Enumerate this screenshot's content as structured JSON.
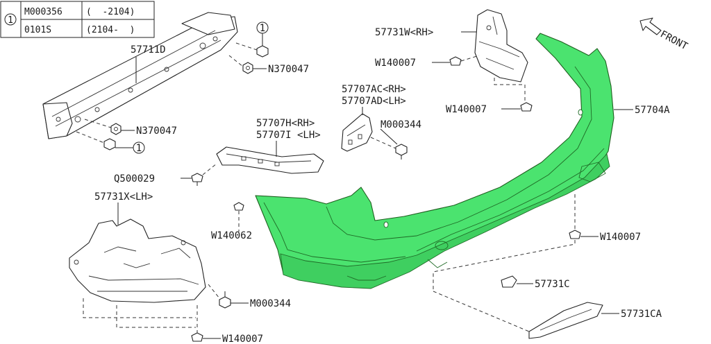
{
  "revision_table": {
    "ref_marker": "1",
    "rows": [
      {
        "part": "M000356",
        "range": "(  -2104)"
      },
      {
        "part": "0101S",
        "range": "(2104-  )"
      }
    ]
  },
  "callout_marker": "1",
  "direction_label": "FRONT",
  "labels": {
    "reinforcement": "57711D",
    "nut_upper": "N370047",
    "nut_lower": "N370047",
    "bracket_side_rh": "57707H<RH>",
    "bracket_side_lh": "57707I <LH>",
    "bracket_center_rh": "57707AC<RH>",
    "bracket_center_lh": "57707AD<LH>",
    "bolt_center": "M000344",
    "clip_q": "Q500029",
    "cover_lh": "57731X<LH>",
    "clip_w_left": "W140062",
    "bolt_cover_lh": "M000344",
    "clip_bottom_left": "W140007",
    "cover_rh": "57731W<RH>",
    "clip_cover_rh": "W140007",
    "clip_right_mid": "W140007",
    "bumper_face": "57704A",
    "clip_right_low": "W140007",
    "cap": "57731C",
    "garnish": "57731CA"
  },
  "colors": {
    "bumper_fill": "#4be36f",
    "line": "#222222"
  }
}
